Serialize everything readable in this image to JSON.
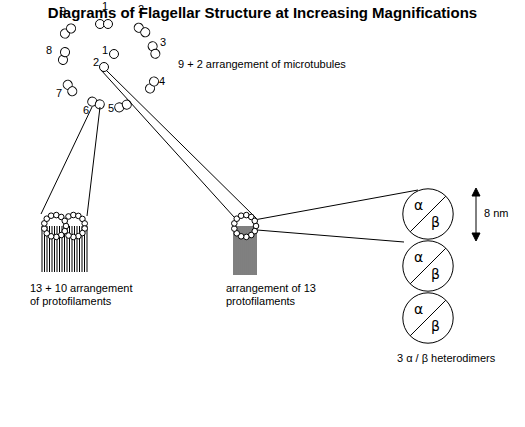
{
  "diagram": {
    "title": "Diagrams of Flagellar Structure at Increasing Magnifications",
    "nodes": [
      {
        "text": [
          "α",
          "β"
        ]
      },
      {
        "text": [
          "α",
          "β"
        ]
      },
      {
        "text": [
          "α",
          "β"
        ]
      }
    ],
    "labels": [
      "9",
      "1",
      "2",
      "8",
      "3",
      "1",
      "2",
      "9 + 2 arrangement of microtubules",
      "7",
      "4",
      "6",
      "5",
      "13 + 10 arrangement of protofilaments",
      "arrangement of 13 protofilaments",
      "8 nm",
      "3 α / β heterodimers"
    ]
  }
}
